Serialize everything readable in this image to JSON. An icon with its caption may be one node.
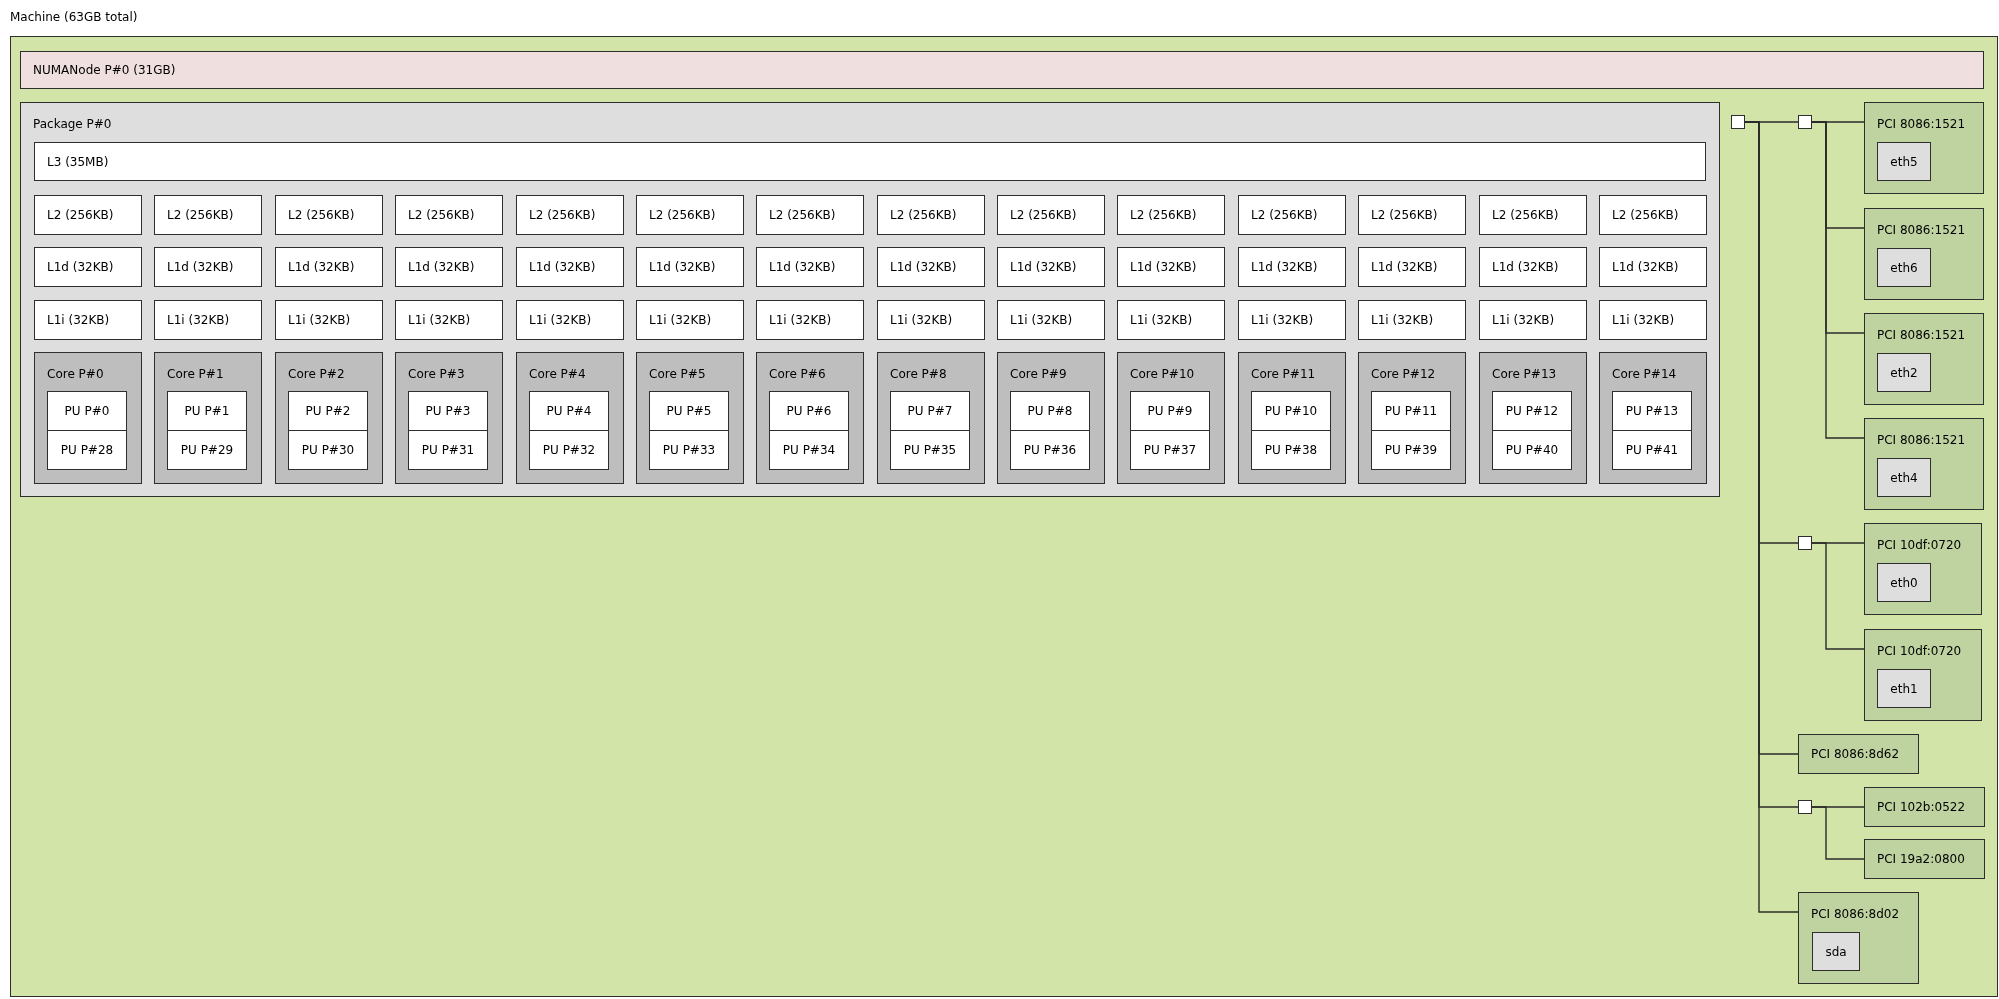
{
  "diagram": {
    "nodes": [
      {
        "text": [
          "Machine (63GB total)"
        ]
      },
      {
        "text": [
          "NUMANode P#0 (31GB)"
        ],
        "in": 0
      },
      {
        "text": [
          "Package P#0"
        ],
        "in": 0
      },
      {
        "text": [
          "L3 (35MB)"
        ],
        "in": 2
      },
      {
        "text": [
          "L2 (256KB)"
        ],
        "in": 2
      },
      {
        "text": [
          "L2 (256KB)"
        ],
        "in": 2
      },
      {
        "text": [
          "L2 (256KB)"
        ],
        "in": 2
      },
      {
        "text": [
          "L2 (256KB)"
        ],
        "in": 2
      },
      {
        "text": [
          "L2 (256KB)"
        ],
        "in": 2
      },
      {
        "text": [
          "L2 (256KB)"
        ],
        "in": 2
      },
      {
        "text": [
          "L2 (256KB)"
        ],
        "in": 2
      },
      {
        "text": [
          "L2 (256KB)"
        ],
        "in": 2
      },
      {
        "text": [
          "L2 (256KB)"
        ],
        "in": 2
      },
      {
        "text": [
          "L2 (256KB)"
        ],
        "in": 2
      },
      {
        "text": [
          "L2 (256KB)"
        ],
        "in": 2
      },
      {
        "text": [
          "L2 (256KB)"
        ],
        "in": 2
      },
      {
        "text": [
          "L2 (256KB)"
        ],
        "in": 2
      },
      {
        "text": [
          "L2 (256KB)"
        ],
        "in": 2
      },
      {
        "text": [
          "L1d (32KB)"
        ],
        "in": 2
      },
      {
        "text": [
          "L1d (32KB)"
        ],
        "in": 2
      },
      {
        "text": [
          "L1d (32KB)"
        ],
        "in": 2
      },
      {
        "text": [
          "L1d (32KB)"
        ],
        "in": 2
      },
      {
        "text": [
          "L1d (32KB)"
        ],
        "in": 2
      },
      {
        "text": [
          "L1d (32KB)"
        ],
        "in": 2
      },
      {
        "text": [
          "L1d (32KB)"
        ],
        "in": 2
      },
      {
        "text": [
          "L1d (32KB)"
        ],
        "in": 2
      },
      {
        "text": [
          "L1d (32KB)"
        ],
        "in": 2
      },
      {
        "text": [
          "L1d (32KB)"
        ],
        "in": 2
      },
      {
        "text": [
          "L1d (32KB)"
        ],
        "in": 2
      },
      {
        "text": [
          "L1d (32KB)"
        ],
        "in": 2
      },
      {
        "text": [
          "L1d (32KB)"
        ],
        "in": 2
      },
      {
        "text": [
          "L1d (32KB)"
        ],
        "in": 2
      },
      {
        "text": [
          "L1i (32KB)"
        ],
        "in": 2
      },
      {
        "text": [
          "L1i (32KB)"
        ],
        "in": 2
      },
      {
        "text": [
          "L1i (32KB)"
        ],
        "in": 2
      },
      {
        "text": [
          "L1i (32KB)"
        ],
        "in": 2
      },
      {
        "text": [
          "L1i (32KB)"
        ],
        "in": 2
      },
      {
        "text": [
          "L1i (32KB)"
        ],
        "in": 2
      },
      {
        "text": [
          "L1i (32KB)"
        ],
        "in": 2
      },
      {
        "text": [
          "L1i (32KB)"
        ],
        "in": 2
      },
      {
        "text": [
          "L1i (32KB)"
        ],
        "in": 2
      },
      {
        "text": [
          "L1i (32KB)"
        ],
        "in": 2
      },
      {
        "text": [
          "L1i (32KB)"
        ],
        "in": 2
      },
      {
        "text": [
          "L1i (32KB)"
        ],
        "in": 2
      },
      {
        "text": [
          "L1i (32KB)"
        ],
        "in": 2
      },
      {
        "text": [
          "L1i (32KB)"
        ],
        "in": 2
      },
      {
        "text": [
          "Core P#0"
        ],
        "in": 2
      },
      {
        "text": [
          "PU P#0"
        ],
        "in": 46
      },
      {
        "text": [
          "PU P#28"
        ],
        "in": 46
      },
      {
        "text": [
          "Core P#1"
        ],
        "in": 2
      },
      {
        "text": [
          "PU P#1"
        ],
        "in": 49
      },
      {
        "text": [
          "PU P#29"
        ],
        "in": 49
      },
      {
        "text": [
          "Core P#2"
        ],
        "in": 2
      },
      {
        "text": [
          "PU P#2"
        ],
        "in": 52
      },
      {
        "text": [
          "PU P#30"
        ],
        "in": 52
      },
      {
        "text": [
          "Core P#3"
        ],
        "in": 2
      },
      {
        "text": [
          "PU P#3"
        ],
        "in": 55
      },
      {
        "text": [
          "PU P#31"
        ],
        "in": 55
      },
      {
        "text": [
          "Core P#4"
        ],
        "in": 2
      },
      {
        "text": [
          "PU P#4"
        ],
        "in": 58
      },
      {
        "text": [
          "PU P#32"
        ],
        "in": 58
      },
      {
        "text": [
          "Core P#5"
        ],
        "in": 2
      },
      {
        "text": [
          "PU P#5"
        ],
        "in": 61
      },
      {
        "text": [
          "PU P#33"
        ],
        "in": 61
      },
      {
        "text": [
          "Core P#6"
        ],
        "in": 2
      },
      {
        "text": [
          "PU P#6"
        ],
        "in": 64
      },
      {
        "text": [
          "PU P#34"
        ],
        "in": 64
      },
      {
        "text": [
          "Core P#8"
        ],
        "in": 2
      },
      {
        "text": [
          "PU P#7"
        ],
        "in": 67
      },
      {
        "text": [
          "PU P#35"
        ],
        "in": 67
      },
      {
        "text": [
          "Core P#9"
        ],
        "in": 2
      },
      {
        "text": [
          "PU P#8"
        ],
        "in": 70
      },
      {
        "text": [
          "PU P#36"
        ],
        "in": 70
      },
      {
        "text": [
          "Core P#10"
        ],
        "in": 2
      },
      {
        "text": [
          "PU P#9"
        ],
        "in": 73
      },
      {
        "text": [
          "PU P#37"
        ],
        "in": 73
      },
      {
        "text": [
          "Core P#11"
        ],
        "in": 2
      },
      {
        "text": [
          "PU P#10"
        ],
        "in": 76
      },
      {
        "text": [
          "PU P#38"
        ],
        "in": 76
      },
      {
        "text": [
          "Core P#12"
        ],
        "in": 2
      },
      {
        "text": [
          "PU P#11"
        ],
        "in": 79
      },
      {
        "text": [
          "PU P#39"
        ],
        "in": 79
      },
      {
        "text": [
          "Core P#13"
        ],
        "in": 2
      },
      {
        "text": [
          "PU P#12"
        ],
        "in": 82
      },
      {
        "text": [
          "PU P#40"
        ],
        "in": 82
      },
      {
        "text": [
          "Core P#14"
        ],
        "in": 2
      },
      {
        "text": [
          "PU P#13"
        ],
        "in": 85
      },
      {
        "text": [
          "PU P#41"
        ],
        "in": 85
      },
      {
        "text": [],
        "shape": "box",
        "in": 0
      },
      {
        "text": [],
        "shape": "box",
        "in": 0
      },
      {
        "text": [
          "PCI 8086:1521"
        ],
        "in": 0
      },
      {
        "text": [
          "eth5"
        ],
        "in": 90
      },
      {
        "text": [
          "PCI 8086:1521"
        ],
        "in": 0
      },
      {
        "text": [
          "eth6"
        ],
        "in": 92
      },
      {
        "text": [
          "PCI 8086:1521"
        ],
        "in": 0
      },
      {
        "text": [
          "eth2"
        ],
        "in": 94
      },
      {
        "text": [
          "PCI 8086:1521"
        ],
        "in": 0
      },
      {
        "text": [
          "eth4"
        ],
        "in": 96
      },
      {
        "text": [],
        "shape": "box",
        "in": 0
      },
      {
        "text": [
          "PCI 10df:0720"
        ],
        "in": 0
      },
      {
        "text": [
          "eth0"
        ],
        "in": 99
      },
      {
        "text": [
          "PCI 10df:0720"
        ],
        "in": 0
      },
      {
        "text": [
          "eth1"
        ],
        "in": 101
      },
      {
        "text": [
          "PCI 8086:8d62"
        ],
        "in": 0
      },
      {
        "text": [],
        "shape": "box",
        "in": 0
      },
      {
        "text": [
          "PCI 102b:0522"
        ],
        "in": 0
      },
      {
        "text": [
          "PCI 19a2:0800"
        ],
        "in": 0
      },
      {
        "text": [
          "PCI 8086:8d02"
        ],
        "in": 0
      },
      {
        "text": [
          "sda"
        ],
        "in": 107
      }
    ],
    "edges": [
      {
        "from": 88,
        "to": 89,
        "arrow": "none"
      },
      {
        "from": 89,
        "to": 90,
        "arrow": "none"
      },
      {
        "from": 89,
        "to": 92,
        "arrow": "none"
      },
      {
        "from": 89,
        "to": 94,
        "arrow": "none"
      },
      {
        "from": 89,
        "to": 96,
        "arrow": "none"
      },
      {
        "from": 88,
        "to": 98,
        "arrow": "none"
      },
      {
        "from": 98,
        "to": 99,
        "arrow": "none"
      },
      {
        "from": 98,
        "to": 101,
        "arrow": "none"
      },
      {
        "from": 88,
        "to": 103,
        "arrow": "none"
      },
      {
        "from": 88,
        "to": 104,
        "arrow": "none"
      },
      {
        "from": 104,
        "to": 105,
        "arrow": "none"
      },
      {
        "from": 104,
        "to": 106,
        "arrow": "none"
      },
      {
        "from": 88,
        "to": 107,
        "arrow": "none"
      }
    ]
  }
}
